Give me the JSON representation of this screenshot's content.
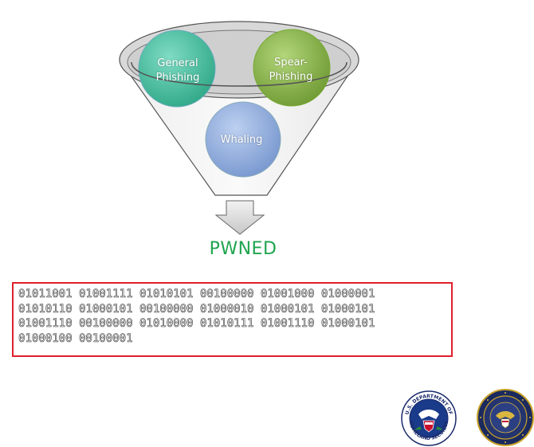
{
  "diagram": {
    "circles": [
      {
        "id": "general",
        "label_line1": "General",
        "label_line2": "Phishing",
        "color": "#4cc4a4"
      },
      {
        "id": "spear",
        "label_line1": "Spear-",
        "label_line2": "Phishing",
        "color": "#8dbb4c"
      },
      {
        "id": "whaling",
        "label_line1": "Whaling",
        "color": "#8fb0e0"
      }
    ],
    "result_label": "PWNED",
    "result_color": "#1fa44f"
  },
  "binary": {
    "lines": [
      "01011001 01001111 01010101 00100000 01001000 01000001",
      "01010110 01000101 00100000 01000010 01000101 01000101",
      "01001110 00100000 01010000 01010111 01001110 01000101",
      "01000100 00100001"
    ],
    "border_color": "#e0202c"
  },
  "seals": [
    {
      "name": "dhs-seal",
      "ring_text_top": "U.S. DEPARTMENT OF",
      "ring_text_bottom": "HOMELAND SECURITY"
    },
    {
      "name": "agency-seal"
    }
  ]
}
